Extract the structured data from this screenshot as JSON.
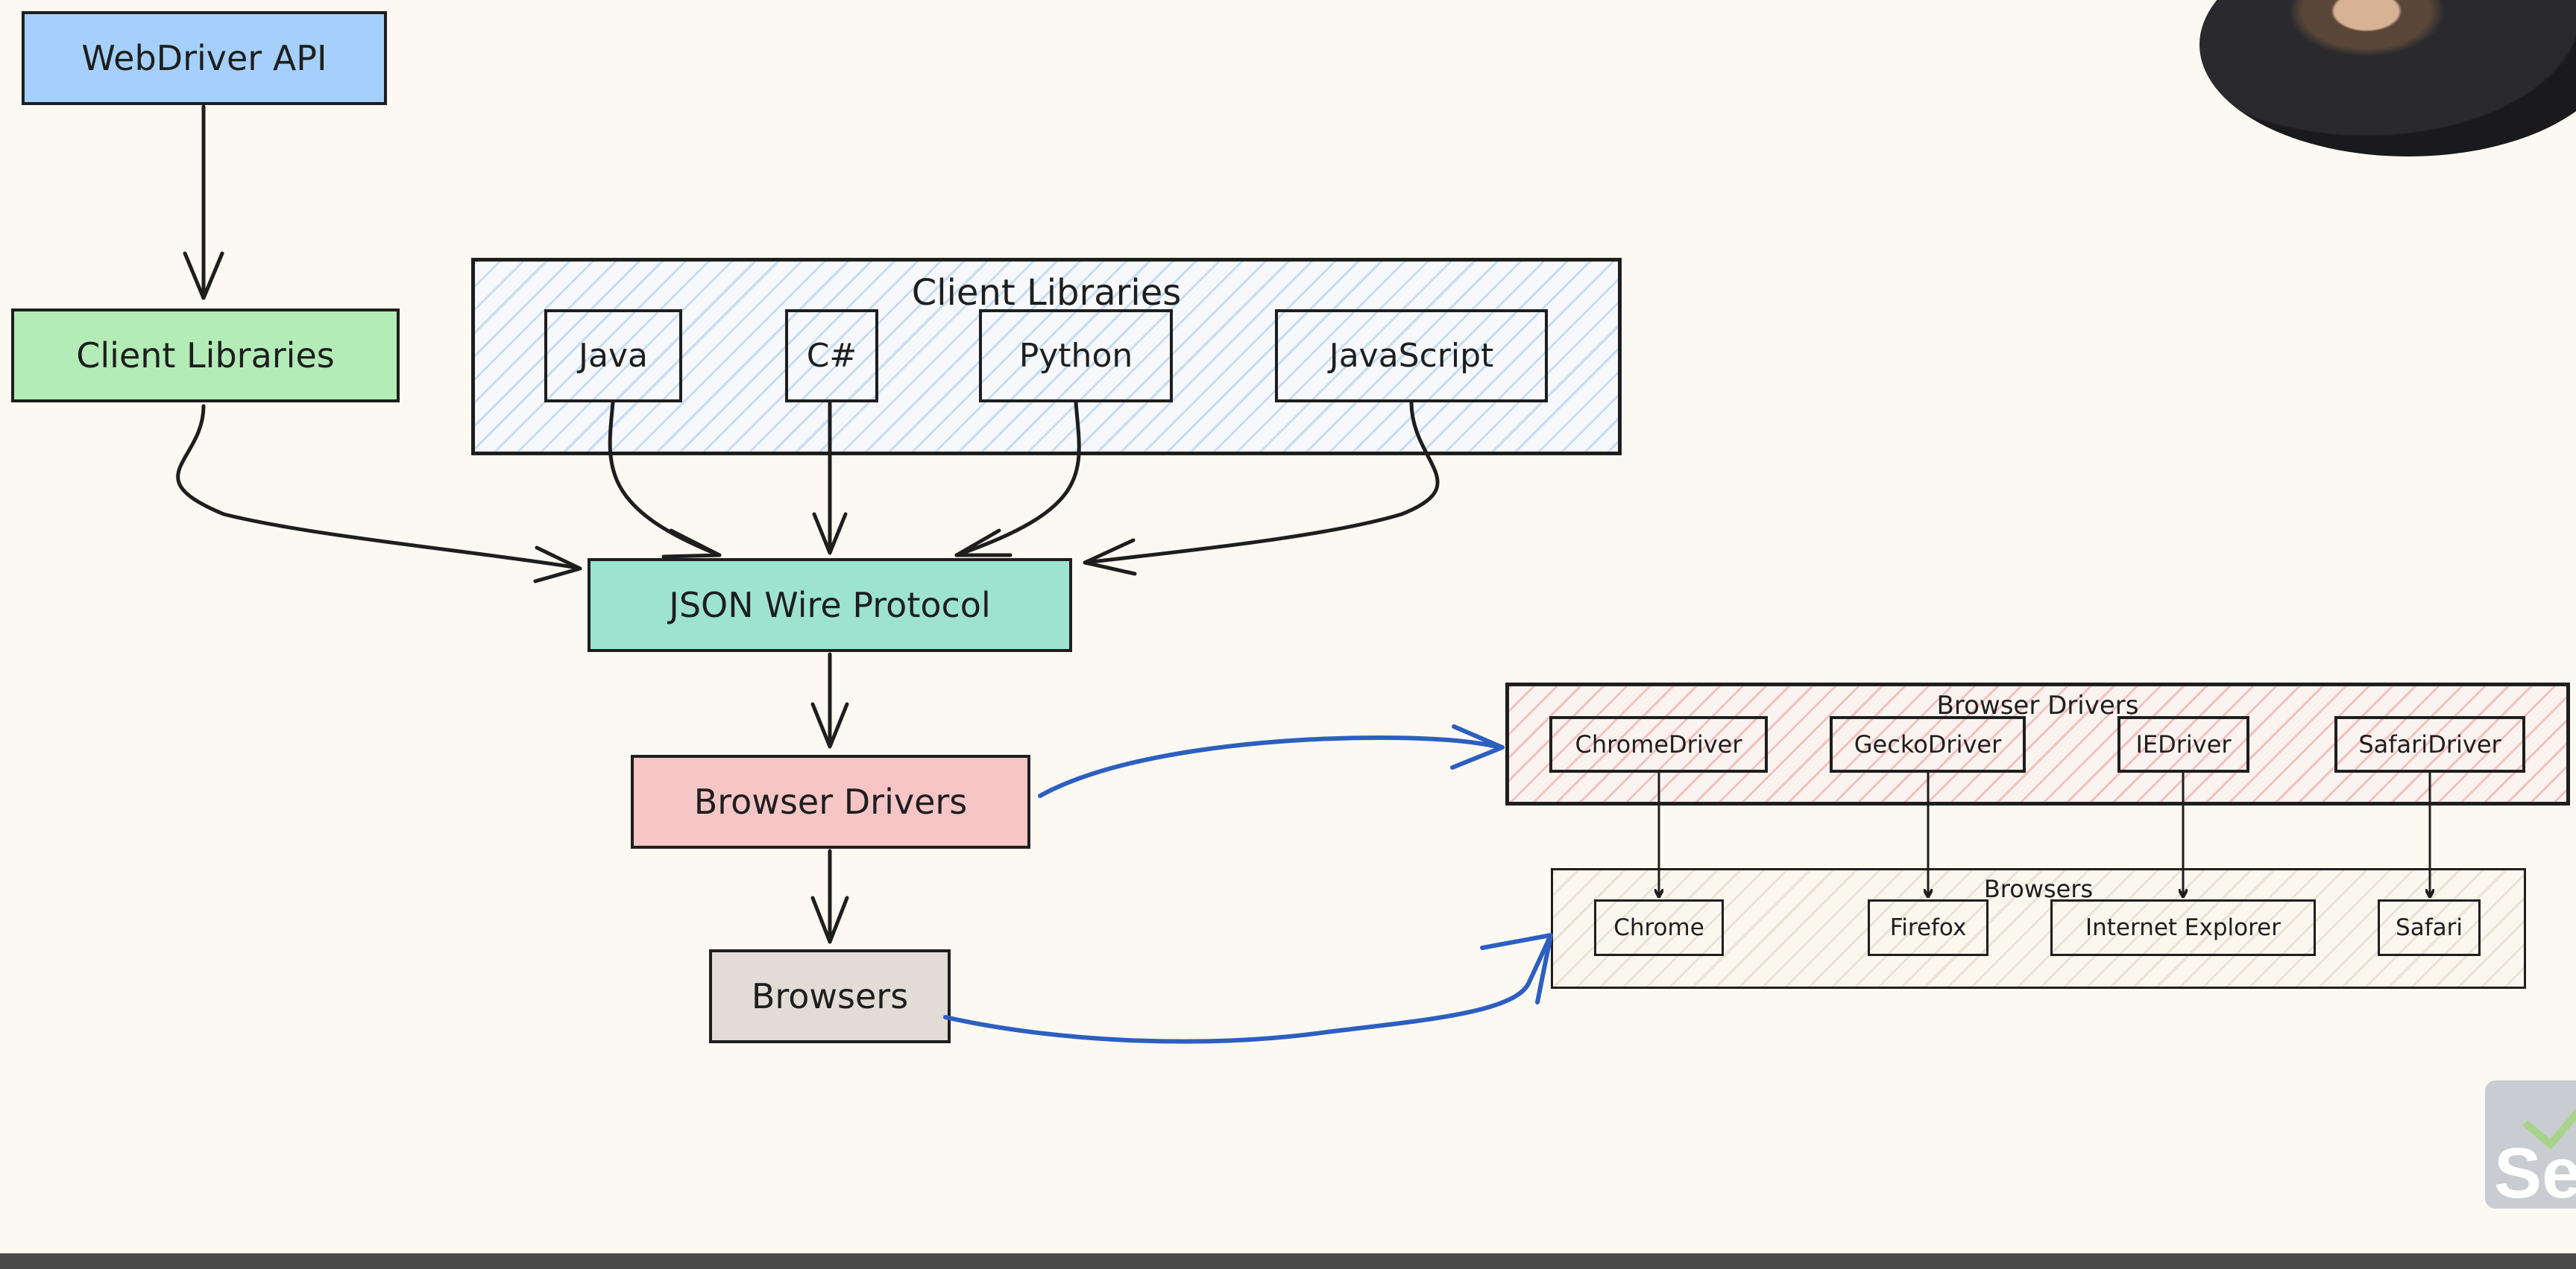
{
  "left_flow": {
    "webdriver_api": "WebDriver API",
    "client_libraries": "Client Libraries",
    "json_wire_protocol": "JSON Wire Protocol",
    "browser_drivers": "Browser Drivers",
    "browsers": "Browsers"
  },
  "client_libraries_group": {
    "title": "Client Libraries",
    "items": [
      "Java",
      "C#",
      "Python",
      "JavaScript"
    ]
  },
  "browser_drivers_group": {
    "title": "Browser Drivers",
    "items": [
      "ChromeDriver",
      "GeckoDriver",
      "IEDriver",
      "SafariDriver"
    ]
  },
  "browsers_group": {
    "title": "Browsers",
    "items": [
      "Chrome",
      "Firefox",
      "Internet Explorer",
      "Safari"
    ]
  },
  "watermark": {
    "text": "Se"
  },
  "colors": {
    "webdriver_api": "#a5d0fb",
    "client_libraries": "#b3ecb7",
    "json_wire_protocol": "#9ee3cf",
    "browser_drivers": "#f6c5c5",
    "browsers": "#e2dcd6",
    "annotation_arrow": "#2d5fc1",
    "ink": "#1e1e1e",
    "background": "#fcf9f2"
  }
}
